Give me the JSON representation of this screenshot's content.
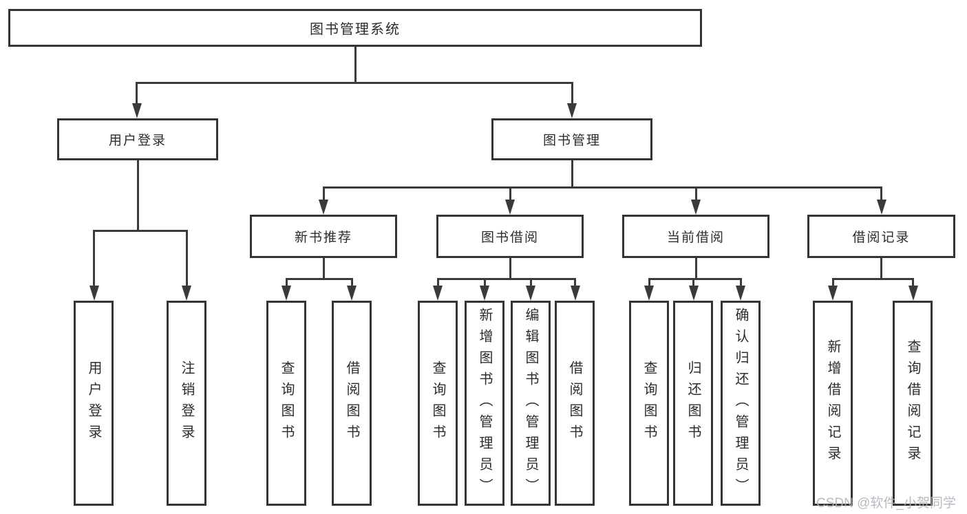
{
  "diagram": {
    "root": {
      "label": "图书管理系统"
    },
    "level2": [
      {
        "label": "用户登录"
      },
      {
        "label": "图书管理"
      }
    ],
    "level3": [
      {
        "label": "新书推荐"
      },
      {
        "label": "图书借阅"
      },
      {
        "label": "当前借阅"
      },
      {
        "label": "借阅记录"
      }
    ],
    "leaves": [
      {
        "label": "用户登录"
      },
      {
        "label": "注销登录"
      },
      {
        "label": "查询图书"
      },
      {
        "label": "借阅图书"
      },
      {
        "label": "查询图书"
      },
      {
        "label": "新增图书（管理员）"
      },
      {
        "label": "编辑图书（管理员）"
      },
      {
        "label": "借阅图书"
      },
      {
        "label": "查询图书"
      },
      {
        "label": "归还图书"
      },
      {
        "label": "确认归还（管理员）"
      },
      {
        "label": "新增借阅记录"
      },
      {
        "label": "查询借阅记录"
      }
    ],
    "colors": {
      "line": "#3a3a3a",
      "box_border": "#343434",
      "box_fill": "#ffffff",
      "text": "#2c2c2c",
      "watermark_text": "#aeb4bb"
    }
  },
  "watermark": {
    "text": "CSDN @软件_小贺同学"
  }
}
